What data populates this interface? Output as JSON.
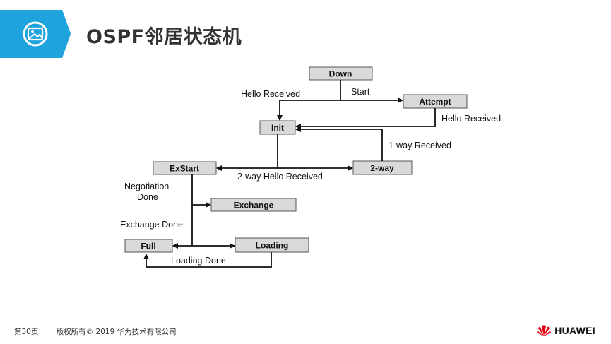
{
  "header": {
    "title": "OSPF邻居状态机",
    "icon": "image-icon",
    "accent_color": "#1fa3dc"
  },
  "states": {
    "down": "Down",
    "attempt": "Attempt",
    "init": "Init",
    "twoway": "2-way",
    "exstart": "ExStart",
    "exchange": "Exchange",
    "full": "Full",
    "loading": "Loading"
  },
  "transitions": {
    "hello_received_left": "Hello Received",
    "start": "Start",
    "hello_received_right": "Hello Received",
    "one_way_received": "1-way Received",
    "two_way_hello_received": "2-way Hello Received",
    "negotiation_done_1": "Negotiation",
    "negotiation_done_2": "Done",
    "exchange_done": "Exchange Done",
    "loading_done": "Loading Done"
  },
  "footer": {
    "page": "第30页",
    "copyright": "版权所有© 2019 华为技术有限公司",
    "brand": "HUAWEI",
    "brand_color": "#e60012"
  }
}
